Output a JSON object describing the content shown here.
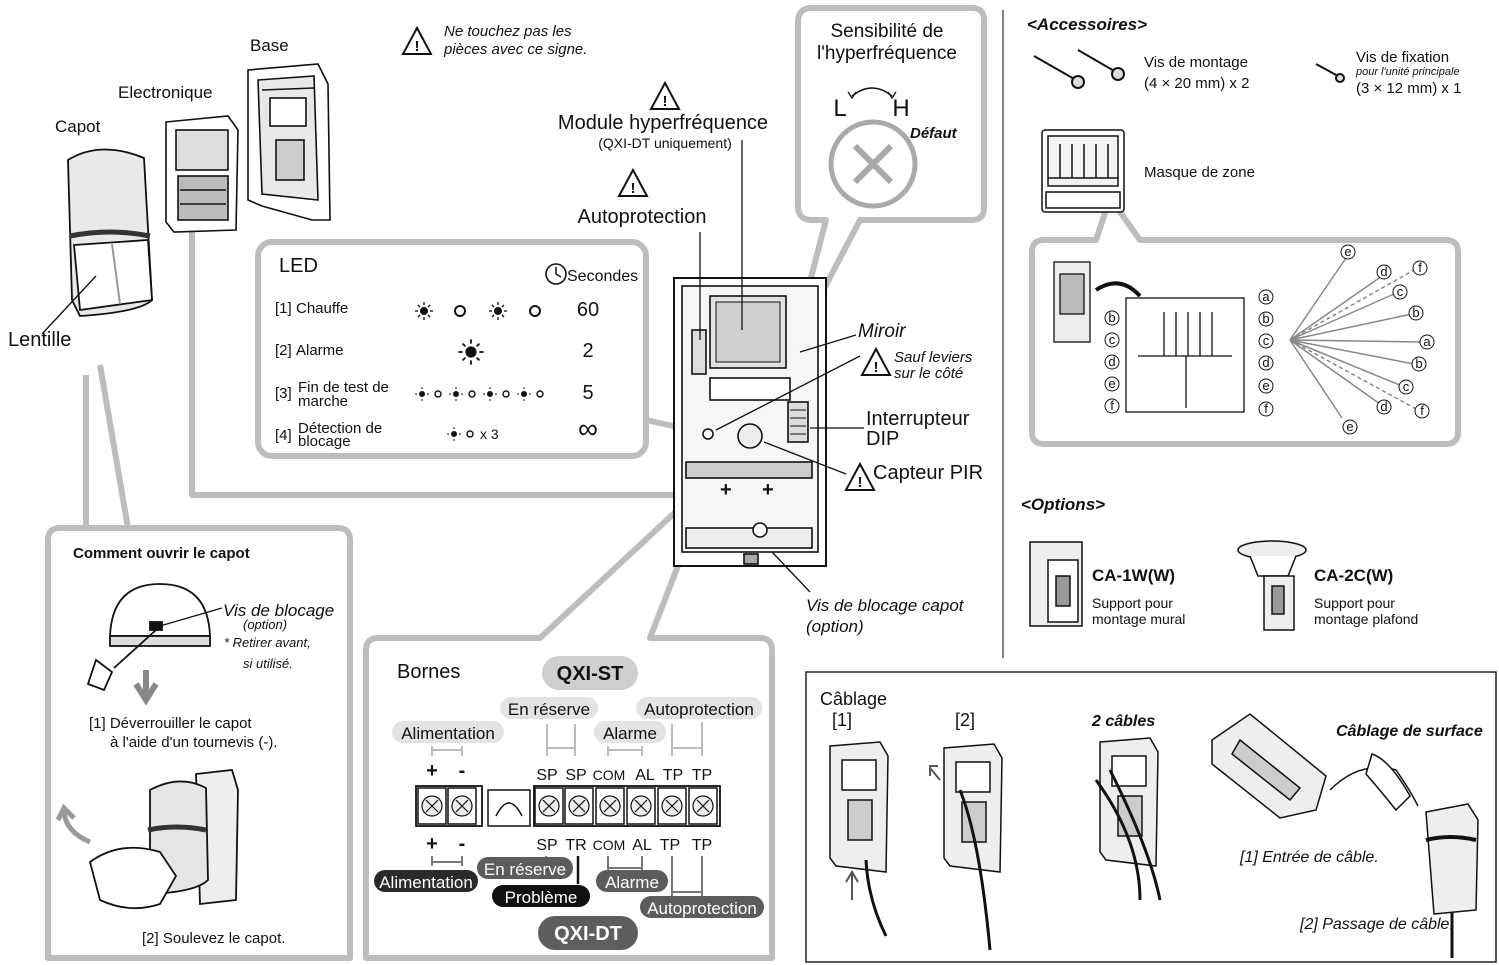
{
  "parts": {
    "base": "Base",
    "electronique": "Electronique",
    "capot": "Capot",
    "lentille": "Lentille"
  },
  "warning_note": {
    "line1": "Ne touchez pas les",
    "line2": "pièces avec ce signe."
  },
  "sensitivity": {
    "title_line1": "Sensibilité de",
    "title_line2": "l'hyperfréquence",
    "low": "L",
    "high": "H",
    "default": "Défaut"
  },
  "callouts": {
    "module_line1": "Module hyperfréquence",
    "module_line2": "(QXI-DT uniquement)",
    "autoprotection": "Autoprotection",
    "miroir": "Miroir",
    "sauf_line1": "Sauf leviers",
    "sauf_line2": "sur le côté",
    "dip_line1": "Interrupteur",
    "dip_line2": "DIP",
    "pir": "Capteur PIR",
    "vis_capot_line1": "Vis de blocage capot",
    "vis_capot_line2": "(option)"
  },
  "led": {
    "title": "LED",
    "seconds_label": "Secondes",
    "rows": [
      {
        "num": "[1]",
        "label": "Chauffe",
        "label2": "",
        "value": "60"
      },
      {
        "num": "[2]",
        "label": "Alarme",
        "label2": "",
        "value": "2"
      },
      {
        "num": "[3]",
        "label": "Fin de test de",
        "label2": "marche",
        "value": "5"
      },
      {
        "num": "[4]",
        "label": "Détection de",
        "label2": "blocage",
        "value": "∞",
        "extra": "x 3"
      }
    ]
  },
  "open_cover": {
    "title": "Comment ouvrir le capot",
    "vis_blocage": "Vis de blocage",
    "option": "(option)",
    "note_line1": "* Retirer avant,",
    "note_line2": "si utilisé.",
    "step1_line1": "[1] Déverrouiller le capot",
    "step1_line2": "à l'aide d'un tournevis (-).",
    "step2": "[2] Soulevez le capot."
  },
  "terminals": {
    "title": "Bornes",
    "qxi_st": "QXI-ST",
    "qxi_dt": "QXI-DT",
    "st": {
      "en_reserve": "En réserve",
      "autoprotection": "Autoprotection",
      "alimentation": "Alimentation",
      "alarme": "Alarme",
      "plus": "+",
      "minus": "-",
      "labels": [
        "SP",
        "SP",
        "COM",
        "AL",
        "TP",
        "TP"
      ]
    },
    "dt": {
      "plus": "+",
      "minus": "-",
      "labels": [
        "SP",
        "TR",
        "COM",
        "AL",
        "TP",
        "TP"
      ],
      "alimentation": "Alimentation",
      "en_reserve": "En réserve",
      "probleme": "Problème",
      "alarme": "Alarme",
      "autoprotection": "Autoprotection"
    }
  },
  "accessories": {
    "title": "<Accessoires>",
    "vis_montage": "Vis de montage",
    "vis_montage_size": "(4 × 20 mm) x 2",
    "vis_fixation": "Vis de fixation",
    "vis_fixation_sub": "pour l'unité principale",
    "vis_fixation_size": "(3 × 12 mm) x 1",
    "masque": "Masque de zone",
    "zone_letters_left": [
      "b",
      "c",
      "d",
      "e",
      "f"
    ],
    "zone_letters_right": [
      "a",
      "b",
      "c",
      "d",
      "e",
      "f"
    ],
    "zone_letters_fan": [
      "e",
      "d",
      "f",
      "c",
      "b",
      "a",
      "b",
      "c",
      "d",
      "f",
      "e"
    ]
  },
  "options": {
    "title": "<Options>",
    "ca1_name": "CA-1W(W)",
    "ca1_line1": "Support pour",
    "ca1_line2": "montage mural",
    "ca2_name": "CA-2C(W)",
    "ca2_line1": "Support pour",
    "ca2_line2": "montage plafond"
  },
  "wiring": {
    "title": "Câblage",
    "step1": "[1]",
    "step2": "[2]",
    "two_cables": "2 câbles",
    "surface": "Câblage de surface",
    "entry": "[1] Entrée de câble.",
    "passage": "[2] Passage de câble."
  }
}
